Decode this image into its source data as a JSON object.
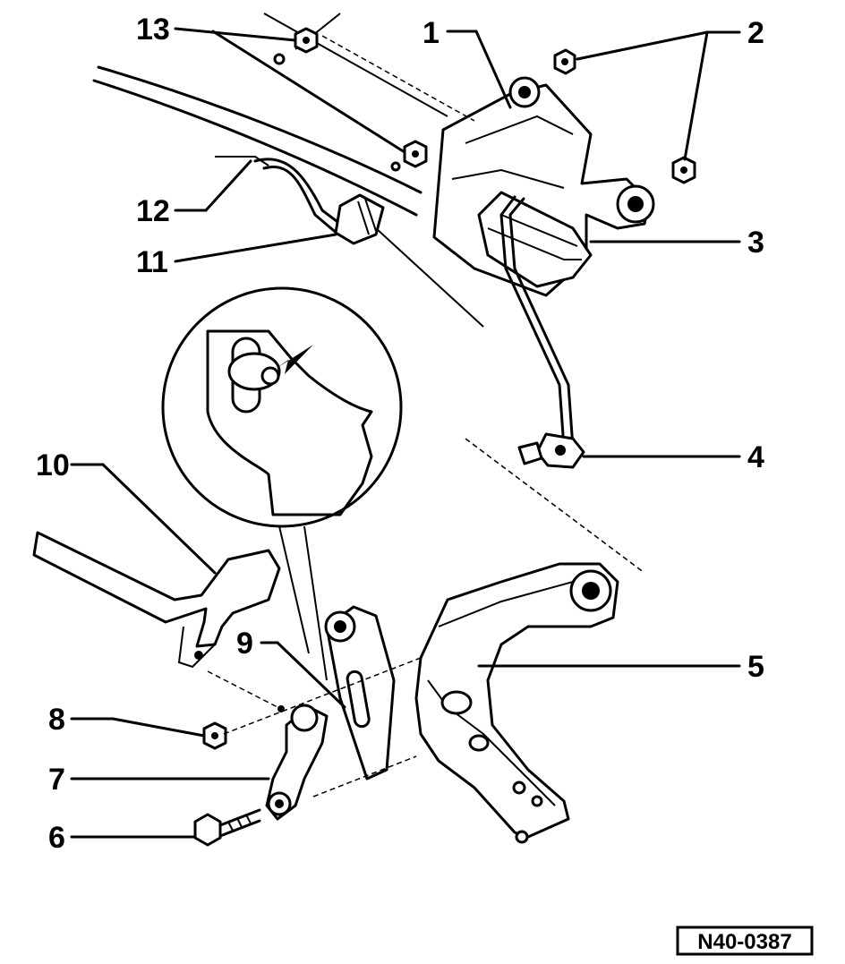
{
  "diagram": {
    "reference_code": "N40-0387",
    "callouts": [
      {
        "id": "1",
        "label": "1"
      },
      {
        "id": "2",
        "label": "2"
      },
      {
        "id": "3",
        "label": "3"
      },
      {
        "id": "4",
        "label": "4"
      },
      {
        "id": "5",
        "label": "5"
      },
      {
        "id": "6",
        "label": "6"
      },
      {
        "id": "7",
        "label": "7"
      },
      {
        "id": "8",
        "label": "8"
      },
      {
        "id": "9",
        "label": "9"
      },
      {
        "id": "10",
        "label": "10"
      },
      {
        "id": "11",
        "label": "11"
      },
      {
        "id": "12",
        "label": "12"
      },
      {
        "id": "13",
        "label": "13"
      }
    ]
  }
}
